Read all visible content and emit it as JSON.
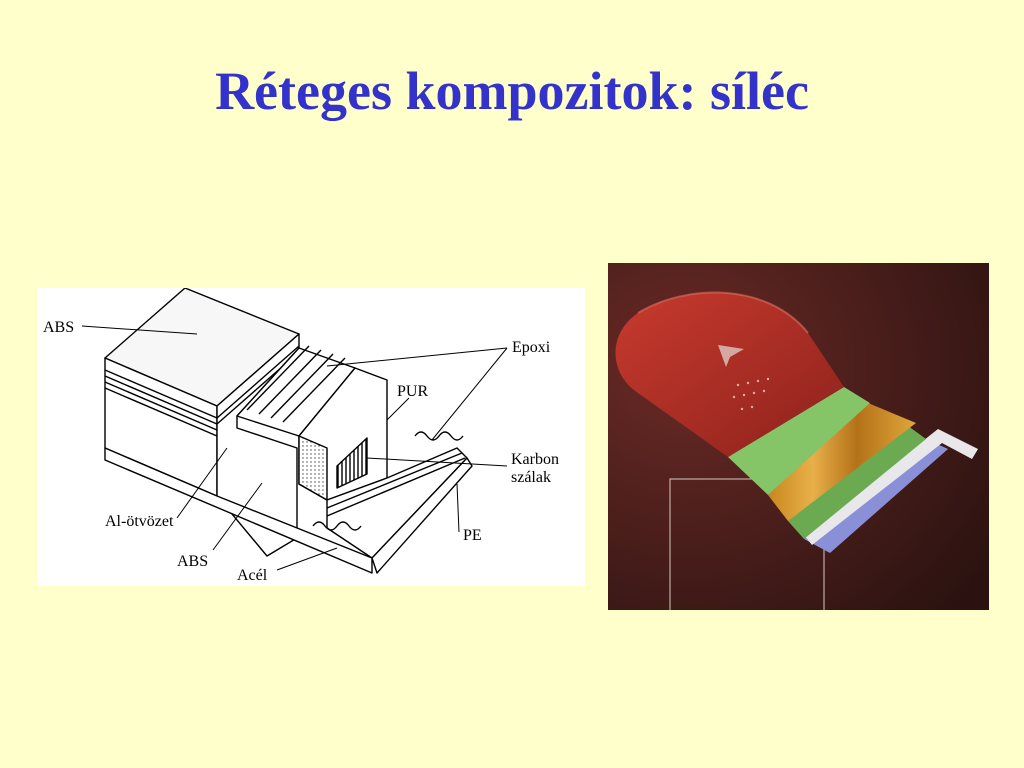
{
  "slide": {
    "title": "Réteges kompozitok: síléc"
  },
  "diagram": {
    "labels": {
      "abs_top": "ABS",
      "epoxi": "Epoxi",
      "pur": "PUR",
      "karbon_line1": "Karbon",
      "karbon_line2": "szálak",
      "al_otvozet": "Al-ötvözet",
      "pe": "PE",
      "abs_bottom": "ABS",
      "acel": "Acél"
    }
  },
  "photo": {
    "layer_colors": {
      "top_sheet": "#b8322a",
      "green_layer": "#7cb860",
      "wood_core": "#d79a2a",
      "blue_base": "#8a90d8",
      "steel_edge": "#e8e8ea",
      "background": "#3a1a18"
    }
  },
  "colors": {
    "title": "#3333cc",
    "slide_background": "#ffffcc"
  }
}
